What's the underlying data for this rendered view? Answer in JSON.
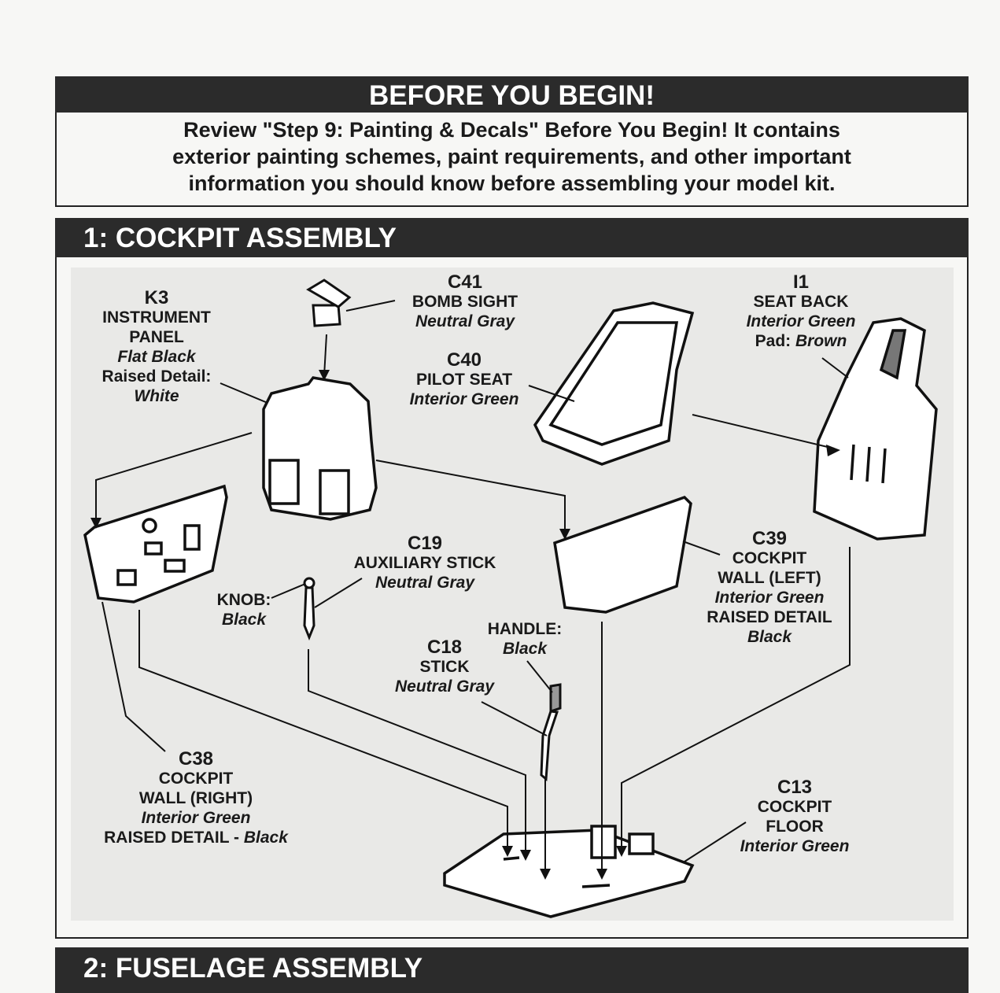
{
  "before": {
    "title": "BEFORE YOU BEGIN!",
    "lines": [
      "Review \"Step 9: Painting & Decals\" Before You Begin!  It contains",
      "exterior painting schemes, paint requirements, and other important",
      "information you should know before assembling your model kit."
    ]
  },
  "step1": {
    "title": "1: COCKPIT ASSEMBLY",
    "parts": {
      "k3": {
        "num": "K3",
        "name1": "INSTRUMENT",
        "name2": "PANEL",
        "color": "Flat Black",
        "detail": "Raised Detail:",
        "detail_color": "White"
      },
      "c41": {
        "num": "C41",
        "name": "BOMB SIGHT",
        "color": "Neutral Gray"
      },
      "c40": {
        "num": "C40",
        "name": "PILOT SEAT",
        "color": "Interior Green"
      },
      "i1": {
        "num": "I1",
        "name": "SEAT BACK",
        "color": "Interior Green",
        "pad_label": "Pad:",
        "pad_color": "Brown"
      },
      "c19": {
        "num": "C19",
        "name": "AUXILIARY STICK",
        "color": "Neutral Gray"
      },
      "knob": {
        "label": "KNOB:",
        "color": "Black"
      },
      "handle": {
        "label": "HANDLE:",
        "color": "Black"
      },
      "c18": {
        "num": "C18",
        "name": "STICK",
        "color": "Neutral Gray"
      },
      "c39": {
        "num": "C39",
        "name1": "COCKPIT",
        "name2": "WALL (LEFT)",
        "color": "Interior Green",
        "detail": "RAISED DETAIL",
        "detail_color": "Black"
      },
      "c38": {
        "num": "C38",
        "name1": "COCKPIT",
        "name2": "WALL (RIGHT)",
        "color": "Interior Green",
        "detail": "RAISED DETAIL - ",
        "detail_color": "Black"
      },
      "c13": {
        "num": "C13",
        "name1": "COCKPIT",
        "name2": "FLOOR",
        "color": "Interior Green"
      }
    }
  },
  "step2": {
    "title": "2: FUSELAGE ASSEMBLY"
  }
}
